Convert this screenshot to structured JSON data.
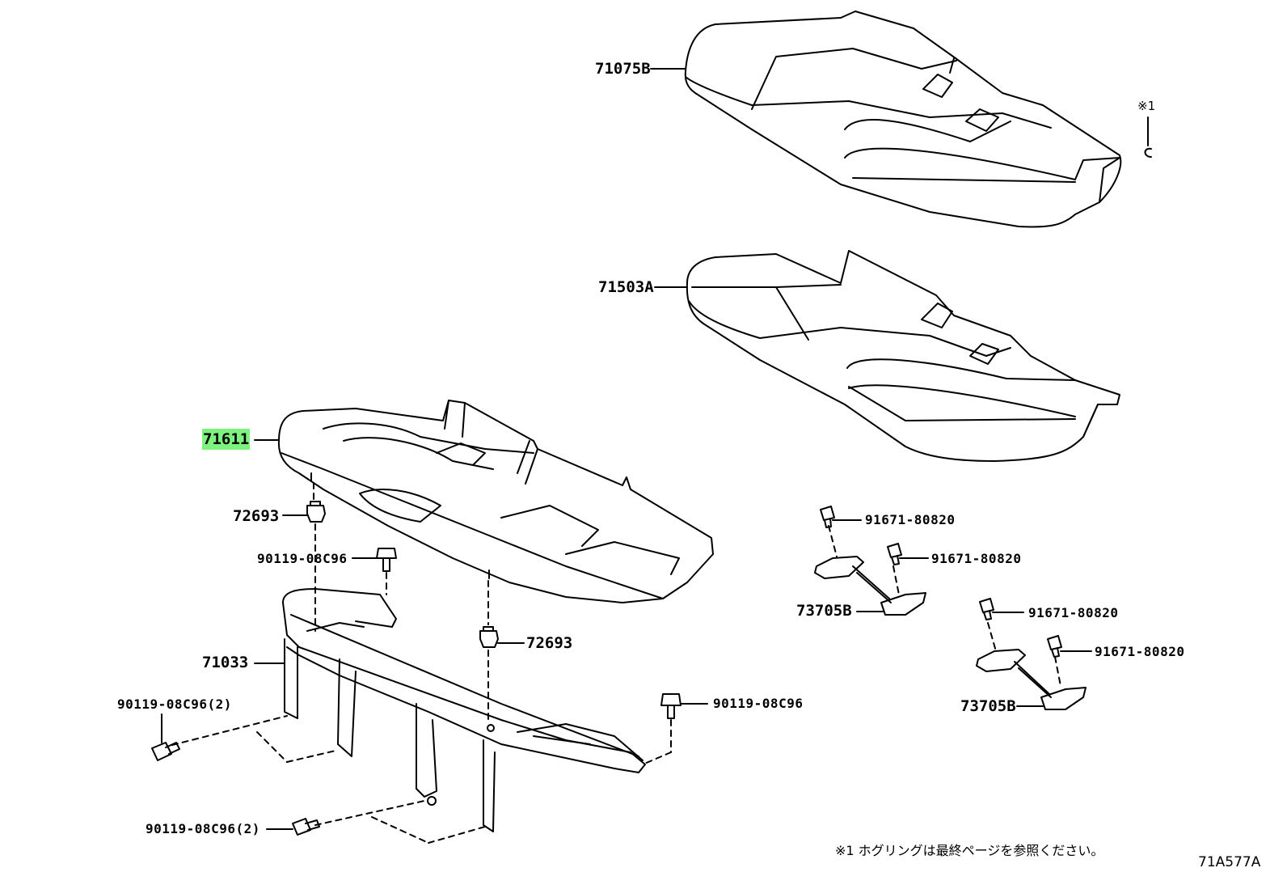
{
  "diagram_id": "71A577A",
  "footnote": "※1 ホグリングは最終ページを参照ください。",
  "note_marker": "※1",
  "highlight_color": "#7ef27e",
  "labels": {
    "seat_cover": "71075B",
    "seat_pad": "71503A",
    "seat_frame_upper": "71611",
    "clip_left": "72693",
    "clip_center": "72693",
    "seat_frame_lower": "71033",
    "bolt_mid": "90119-08C96",
    "bolt_right": "90119-08C96",
    "bolt_left_upper": "90119-08C96(2)",
    "bolt_left_lower": "90119-08C96(2)",
    "hook_a": "73705B",
    "hook_b": "73705B",
    "screw_a1": "91671-80820",
    "screw_a2": "91671-80820",
    "screw_b1": "91671-80820",
    "screw_b2": "91671-80820"
  }
}
